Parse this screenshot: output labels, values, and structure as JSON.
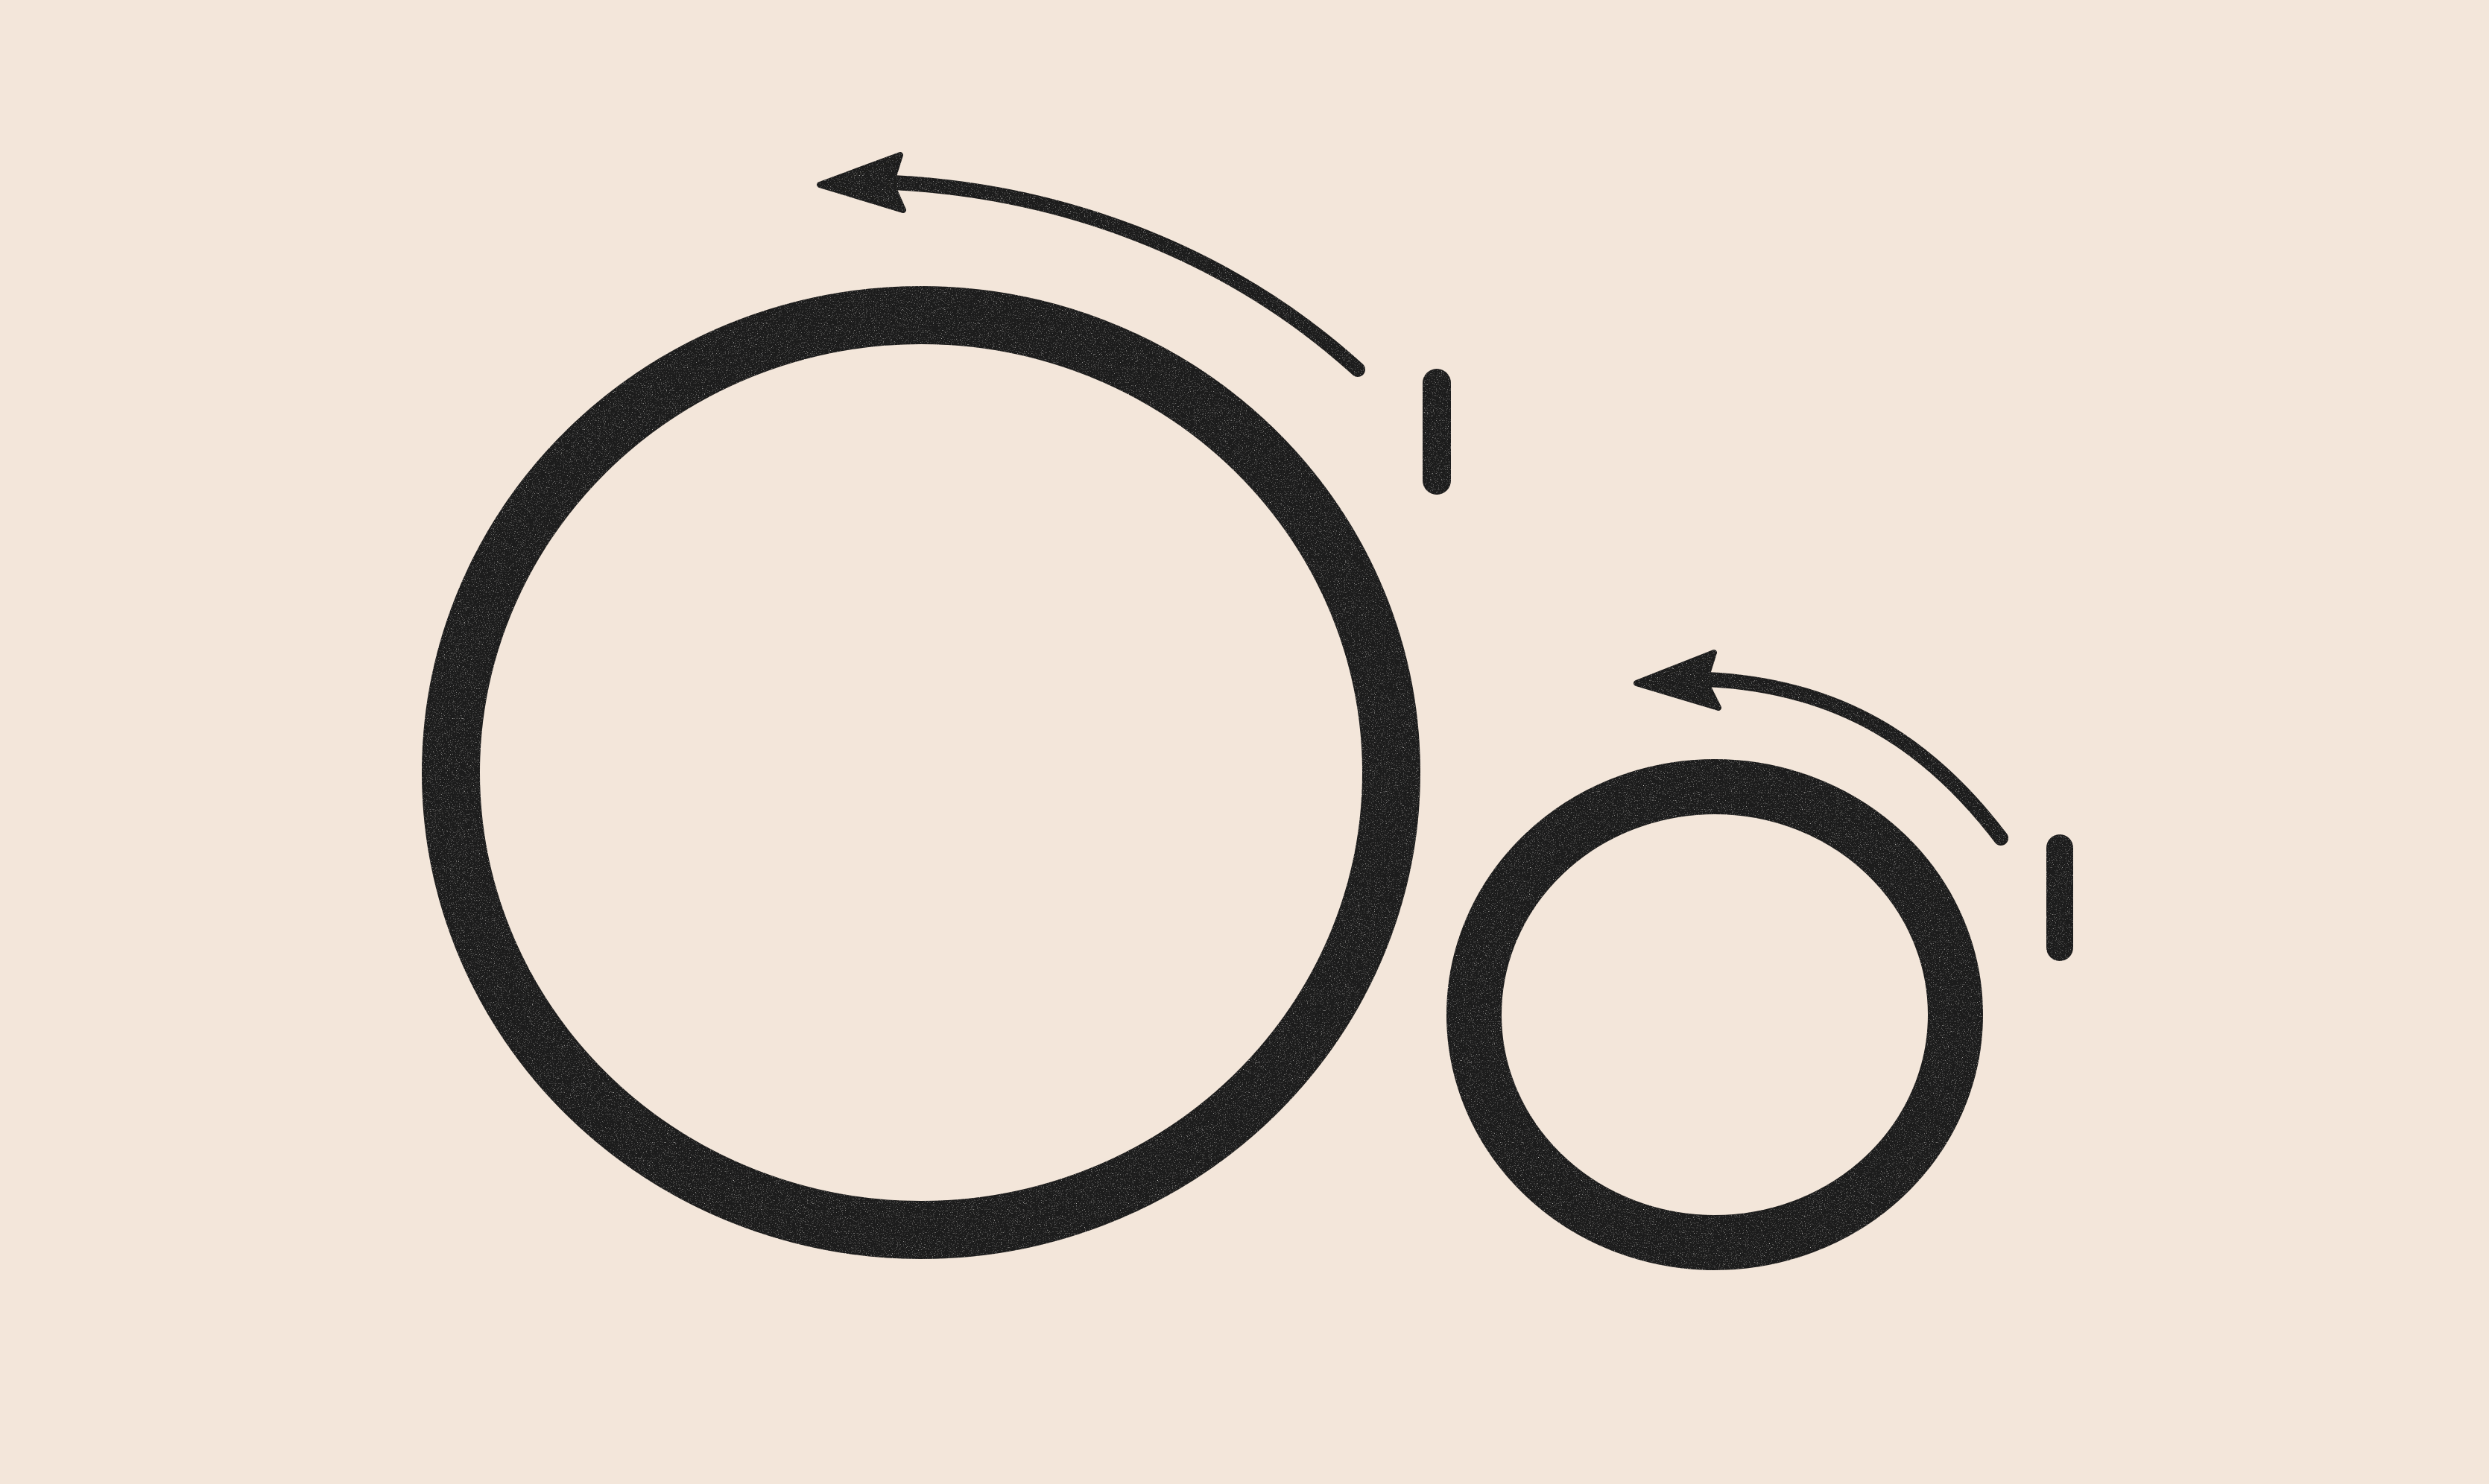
{
  "colors": {
    "background": "#f3e6da",
    "ink": "#1d1b1a",
    "speckle": "#e9e4dc"
  },
  "diagram": {
    "description_items": [
      {
        "name": "large-wheel",
        "icon": "circle-icon"
      },
      {
        "name": "small-wheel",
        "icon": "circle-icon"
      },
      {
        "name": "large-rotation-arrow",
        "icon": "counterclockwise-arrow-icon"
      },
      {
        "name": "small-rotation-arrow",
        "icon": "counterclockwise-arrow-icon"
      },
      {
        "name": "large-tick-mark",
        "icon": "tick-mark-icon"
      },
      {
        "name": "small-tick-mark",
        "icon": "tick-mark-icon"
      }
    ]
  }
}
